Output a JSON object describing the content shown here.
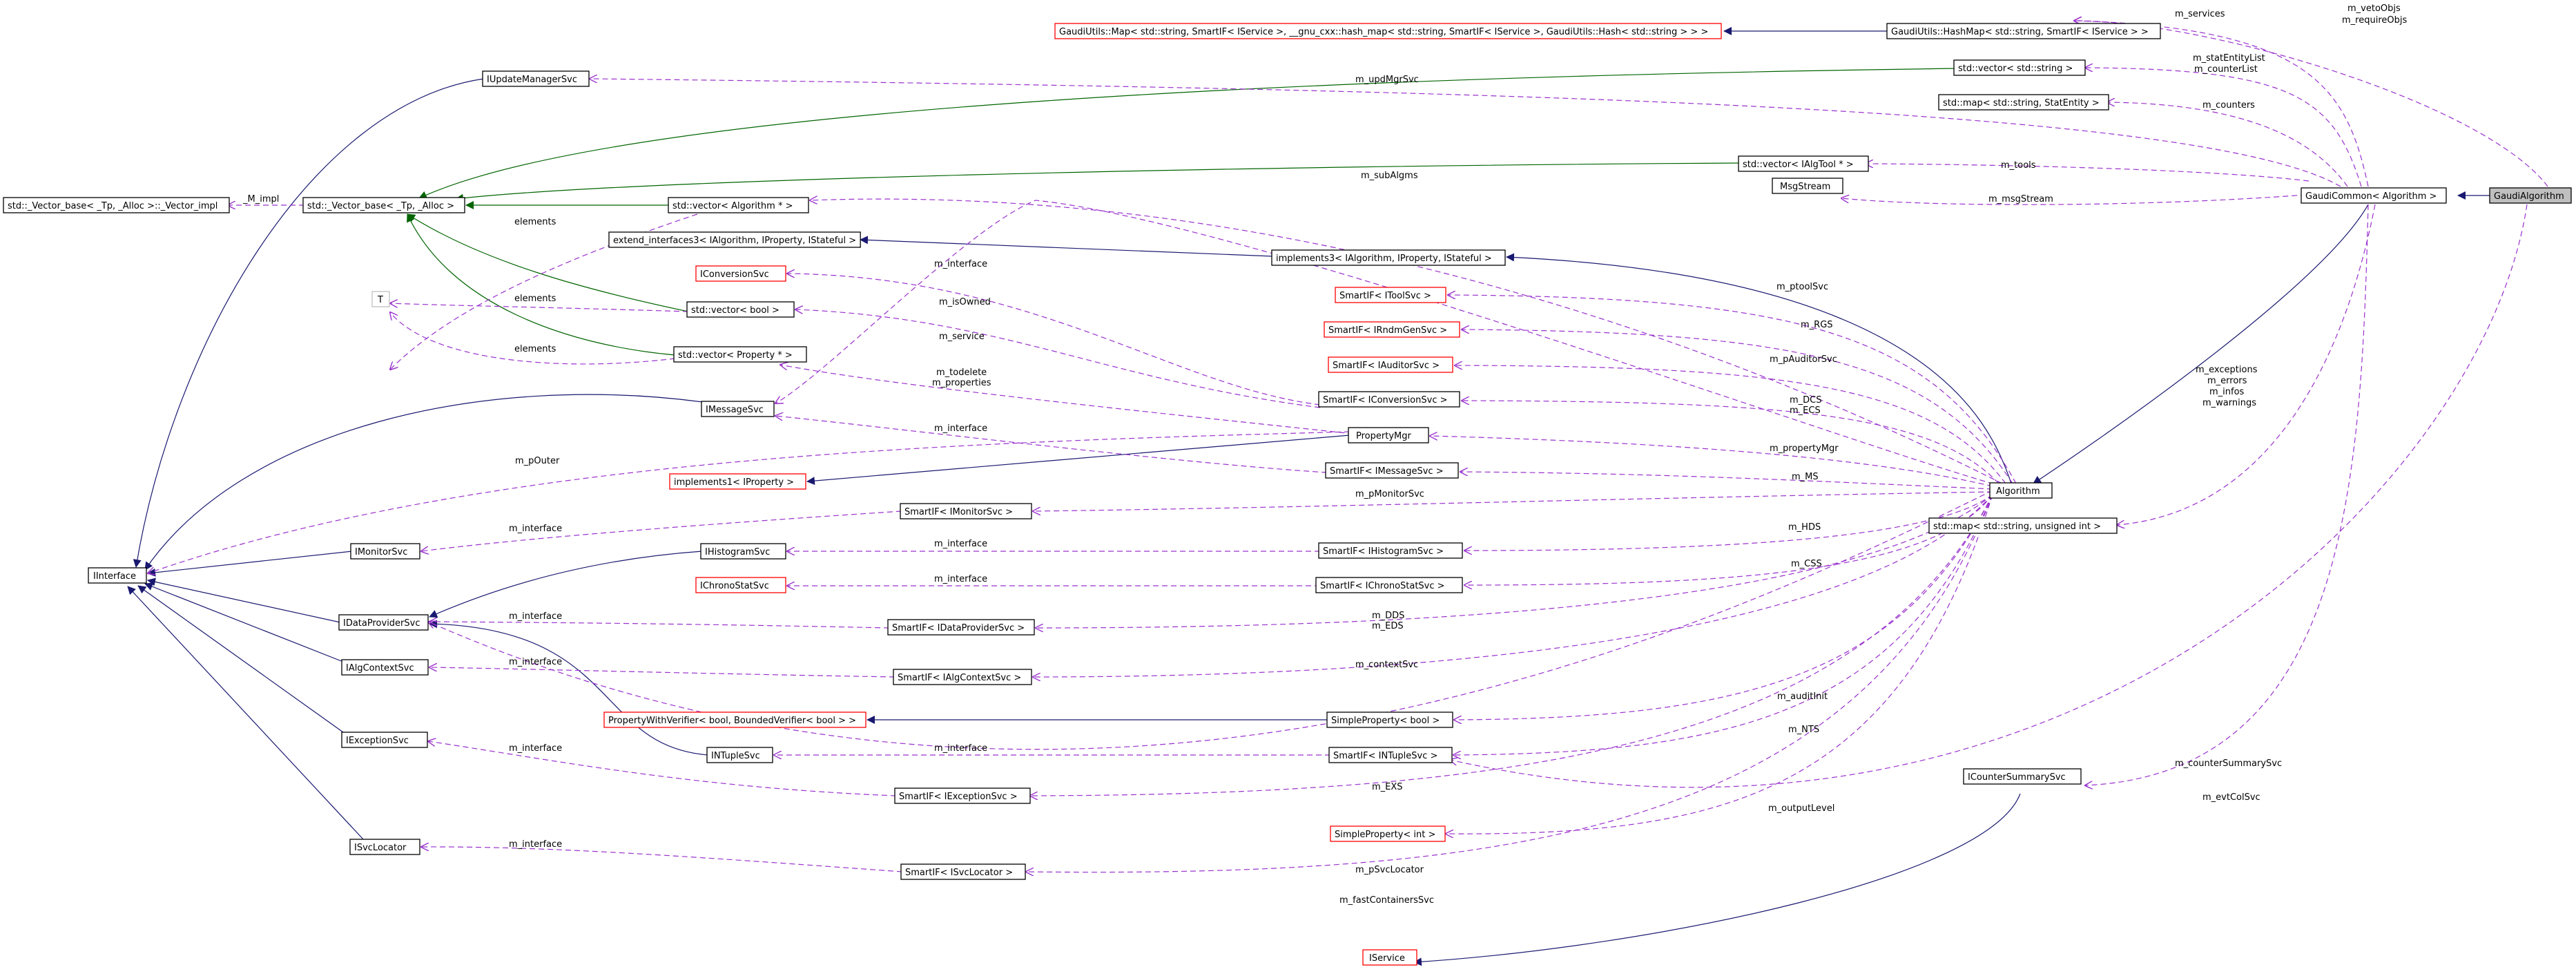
{
  "colors": {
    "inheritance": "#191970",
    "template": "#006400",
    "usage": "#9a32cd",
    "external_node_border": "#ff0000",
    "highlight_fill": "#bfbfbf"
  },
  "nodes": {
    "gaudi_algorithm": "GaudiAlgorithm",
    "gaudi_common": "GaudiCommon< Algorithm >",
    "algorithm": "Algorithm",
    "hashmap": "GaudiUtils::HashMap< std::string, SmartIF< IService > >",
    "gaudi_map": "GaudiUtils::Map< std::string, SmartIF< IService >, __gnu_cxx::hash_map< std::string, SmartIF< IService >, GaudiUtils::Hash< std::string > > >",
    "vec_string": "std::vector< std::string >",
    "map_statentity": "std::map< std::string, StatEntity >",
    "vec_ialgtool": "std::vector< IAlgTool * >",
    "msgstream": "MsgStream",
    "map_uint": "std::map< std::string, unsigned int >",
    "icountersummarysvc": "ICounterSummarySvc",
    "iservice": "IService",
    "iupdatemanagersvc": "IUpdateManagerSvc",
    "vector_impl": "std::_Vector_base< _Tp, _Alloc >::_Vector_impl",
    "vector_base": "std::_Vector_base< _Tp, _Alloc >",
    "vec_algorithm": "std::vector< Algorithm * >",
    "extend_interfaces3": "extend_interfaces3< IAlgorithm, IProperty, IStateful >",
    "implements3": "implements3< IAlgorithm, IProperty, IStateful >",
    "iconversionsvc": "IConversionSvc",
    "t": "T",
    "vec_bool": "std::vector< bool >",
    "vec_property": "std::vector< Property * >",
    "imessagesvc": "IMessageSvc",
    "propertymgr": "PropertyMgr",
    "implements1": "implements1< IProperty >",
    "iinterface": "IInterface",
    "imonitorsvc": "IMonitorSvc",
    "ihistogramsvc": "IHistogramSvc",
    "ichronostatsvc": "IChronoStatSvc",
    "idataprovidersvc": "IDataProviderSvc",
    "ialgcontextsvc": "IAlgContextSvc",
    "iexceptionsvc": "IExceptionSvc",
    "isvclocator": "ISvcLocator",
    "intuplesvc": "INTupleSvc",
    "pwv": "PropertyWithVerifier< bool, BoundedVerifier< bool > >",
    "smartif_itoolsvc": "SmartIF< IToolSvc >",
    "smartif_irndmgensvc": "SmartIF< IRndmGenSvc >",
    "smartif_iauditorsvc": "SmartIF< IAuditorSvc >",
    "smartif_iconversionsvc": "SmartIF< IConversionSvc >",
    "smartif_imessagesvc": "SmartIF< IMessageSvc >",
    "smartif_imonitorsvc": "SmartIF< IMonitorSvc >",
    "smartif_ihistogramsvc": "SmartIF< IHistogramSvc >",
    "smartif_ichronostatsvc": "SmartIF< IChronoStatSvc >",
    "smartif_idataprovidersvc": "SmartIF< IDataProviderSvc >",
    "smartif_ialgcontextsvc": "SmartIF< IAlgContextSvc >",
    "simpleproperty_bool": "SimpleProperty< bool >",
    "smartif_intuplesvc": "SmartIF< INTupleSvc >",
    "smartif_iexceptionsvc": "SmartIF< IExceptionSvc >",
    "simpleproperty_int": "SimpleProperty< int >",
    "smartif_isvclocator": "SmartIF< ISvcLocator >"
  },
  "edge_labels": {
    "m_vetoObjs": "m_vetoObjs",
    "m_requireObjs": "m_requireObjs",
    "m_services": "m_services",
    "m_statEntityList": "m_statEntityList",
    "m_counterList": "m_counterList",
    "m_counters": "m_counters",
    "m_updMgrSvc": "m_updMgrSvc",
    "m_tools": "m_tools",
    "m_subAlgms": "m_subAlgms",
    "m_msgStream": "m_msgStream",
    "m_impl": "_M_impl",
    "elements_1": "elements",
    "elements_2": "elements",
    "elements_3": "elements",
    "m_interface_conv": "m_interface",
    "m_isOwned": "m_isOwned",
    "m_service": "m_service",
    "m_todelete": "m_todelete",
    "m_properties": "m_properties",
    "m_interface_msg": "m_interface",
    "m_pOuter": "m_pOuter",
    "m_interface_mon": "m_interface",
    "m_interface_hist": "m_interface",
    "m_interface_chrono": "m_interface",
    "m_interface_dp": "m_interface",
    "m_interface_ac": "m_interface",
    "m_interface_nt": "m_interface",
    "m_interface_exc": "m_interface",
    "m_interface_sl": "m_interface",
    "m_ptoolSvc": "m_ptoolSvc",
    "m_RGS": "m_RGS",
    "m_pAuditorSvc": "m_pAuditorSvc",
    "m_DCS": "m_DCS",
    "m_ECS": "m_ECS",
    "m_propertyMgr": "m_propertyMgr",
    "m_MS": "m_MS",
    "m_pMonitorSvc": "m_pMonitorSvc",
    "m_HDS": "m_HDS",
    "m_CSS": "m_CSS",
    "m_DDS": "m_DDS",
    "m_EDS": "m_EDS",
    "m_contextSvc": "m_contextSvc",
    "m_auditInit": "m_auditInit",
    "m_NTS": "m_NTS",
    "m_EXS": "m_EXS",
    "m_outputLevel": "m_outputLevel",
    "m_pSvcLocator": "m_pSvcLocator",
    "m_fastContainersSvc": "m_fastContainersSvc",
    "m_exceptions": "m_exceptions",
    "m_errors": "m_errors",
    "m_infos": "m_infos",
    "m_warnings": "m_warnings",
    "m_counterSummarySvc": "m_counterSummarySvc",
    "m_evtColSvc": "m_evtColSvc"
  }
}
